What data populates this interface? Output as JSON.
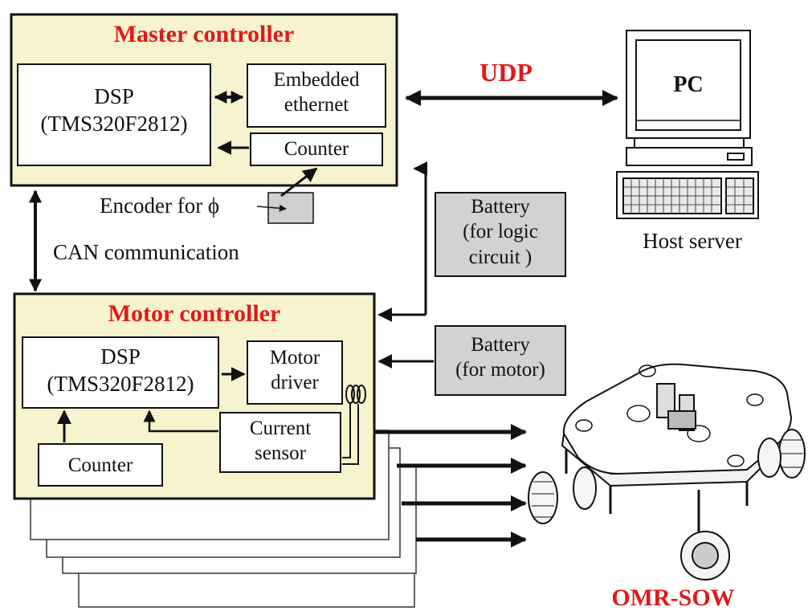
{
  "colors": {
    "panel_fill": "#f7f3cf",
    "grey_box": "#d2d2d2",
    "red_text": "#e01a1a",
    "line": "#111111"
  },
  "master": {
    "title": "Master controller",
    "dsp_line1": "DSP",
    "dsp_line2": "(TMS320F2812)",
    "ethernet_line1": "Embedded",
    "ethernet_line2": "ethernet",
    "counter": "Counter"
  },
  "encoder_label": "Encoder for ϕ",
  "can_label": "CAN communication",
  "udp_label": "UDP",
  "pc": {
    "screen_label": "PC",
    "caption": "Host server",
    "icon": "desktop-computer-icon"
  },
  "battery_logic": {
    "line1": "Battery",
    "line2": "(for logic",
    "line3": "circuit )"
  },
  "battery_motor": {
    "line1": "Battery",
    "line2": "(for motor)"
  },
  "motor": {
    "title": "Motor controller",
    "dsp_line1": "DSP",
    "dsp_line2": "(TMS320F2812)",
    "driver_line1": "Motor",
    "driver_line2": "driver",
    "current_line1": "Current",
    "current_line2": "sensor",
    "counter": "Counter"
  },
  "robot": {
    "caption": "OMR-SOW",
    "icon": "omnidirectional-robot-icon"
  }
}
